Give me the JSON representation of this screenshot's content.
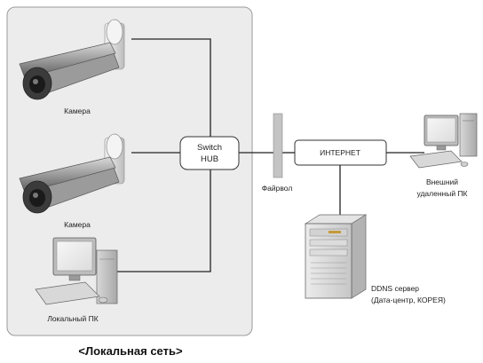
{
  "local_network": {
    "title": "<Локальная сеть>"
  },
  "cameras": [
    {
      "label": "Камера"
    },
    {
      "label": "Камера"
    }
  ],
  "local_pc": {
    "label": "Локальный ПК"
  },
  "switch": {
    "label_line1": "Switch",
    "label_line2": "HUB"
  },
  "firewall": {
    "label": "Файрвол"
  },
  "internet": {
    "label": "ИНТЕРНЕТ"
  },
  "remote_pc": {
    "label_line1": "Внешний",
    "label_line2": "удаленный ПК"
  },
  "ddns_server": {
    "label_line1": "DDNS сервер",
    "label_line2": "(Дата-центр, КОРЕЯ)"
  }
}
